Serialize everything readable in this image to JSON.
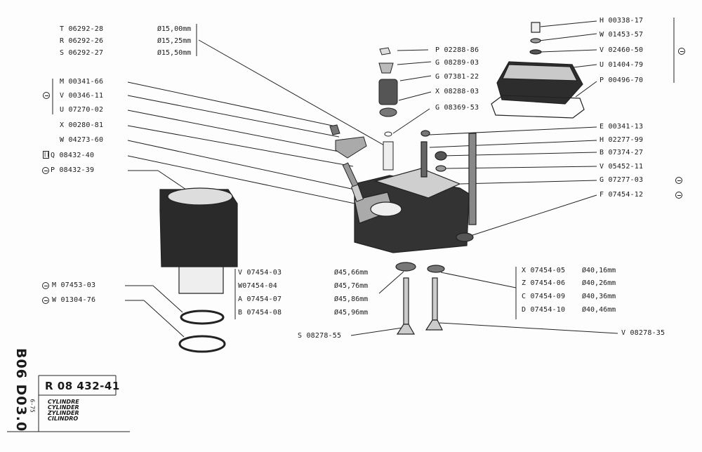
{
  "doc": {
    "code": "B06 D03.0",
    "date": "6-75",
    "ref": "R 08 432-41",
    "names": [
      "CYLINDRE",
      "CYLINDER",
      "ZYLINDER",
      "CILINDRO"
    ]
  },
  "group_top_left": {
    "codes": [
      "T 06292-28",
      "R 06292-26",
      "S 06292-27"
    ],
    "dims": [
      "Ø15,00mm",
      "Ø15,25mm",
      "Ø15,50mm"
    ]
  },
  "left_labels": [
    "M 00341-66",
    "V 00346-11",
    "U 07270-02",
    "X 00280-81",
    "W 04273-60",
    "Q 08432-40",
    "P 08432-39"
  ],
  "cylinder_group": {
    "codes": [
      "V 07454-03",
      "W07454-04",
      "A 07454-07",
      "B 07454-08"
    ],
    "dims": [
      "Ø45,66mm",
      "Ø45,76mm",
      "Ø45,86mm",
      "Ø45,96mm"
    ]
  },
  "ring_labels": [
    "M 07453-03",
    "W 01304-76"
  ],
  "valve_left": "S 08278-55",
  "valve_right": "V 08278-35",
  "right_group": {
    "codes": [
      "X 07454-05",
      "Z 07454-06",
      "C 07454-09",
      "D 07454-10"
    ],
    "dims": [
      "Ø40,16mm",
      "Ø40,26mm",
      "Ø40,36mm",
      "Ø40,46mm"
    ]
  },
  "valve_stack_labels": [
    "P 02288-86",
    "G 08289-03",
    "G 07381-22",
    "X 08288-03",
    "G 08369-53"
  ],
  "cover_labels": [
    "H 00338-17",
    "W 01453-57",
    "V 02460-50",
    "U 01404-79",
    "P 00496-70"
  ],
  "head_right_labels": [
    "E 00341-13",
    "H 02277-99",
    "B 07374-27",
    "V 05452-11",
    "G 07277-03",
    "F 07454-12"
  ]
}
